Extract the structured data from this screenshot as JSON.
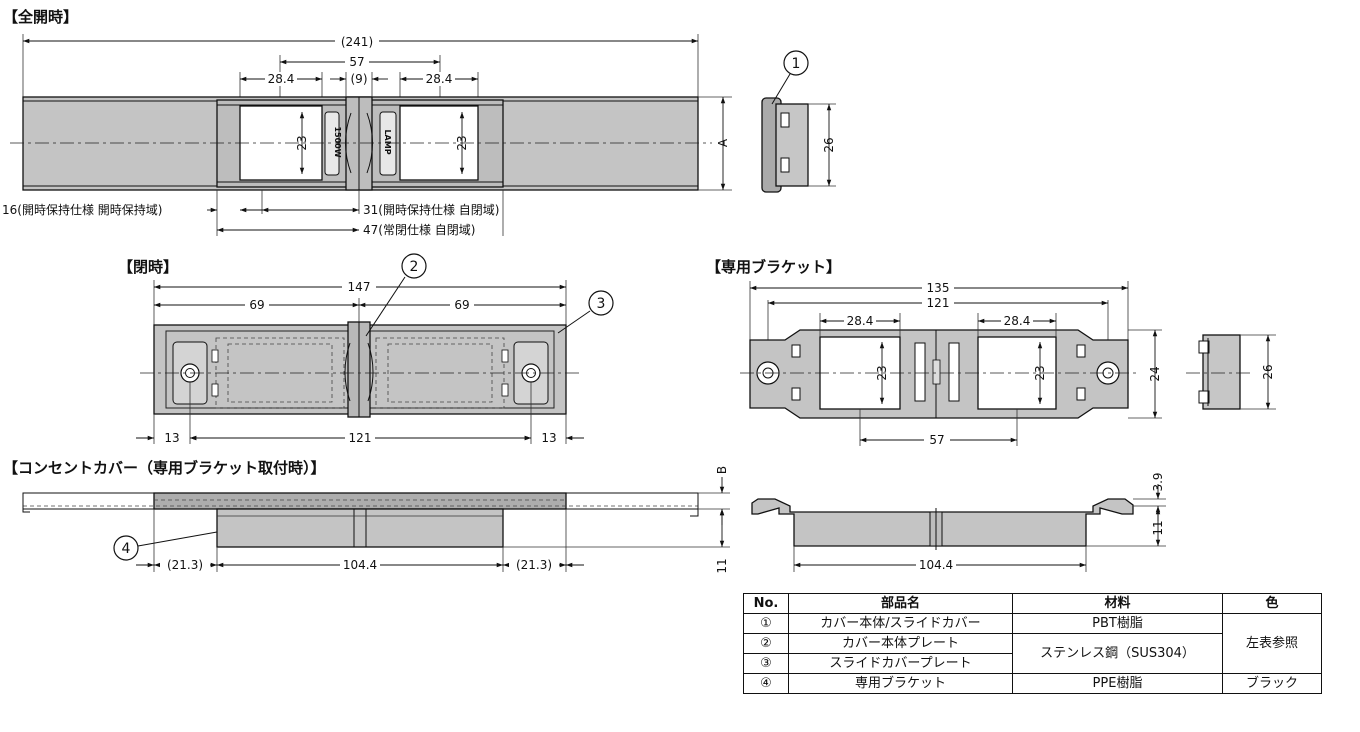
{
  "sections": {
    "open": "【全開時】",
    "closed": "【閉時】",
    "bracket": "【専用ブラケット】",
    "outlet_cover": "【コンセントカバー（専用ブラケット取付時）】"
  },
  "dimensions": {
    "open_total": "(241)",
    "open_57": "57",
    "open_9": "(9)",
    "open_28_4_left": "28.4",
    "open_28_4_right": "28.4",
    "open_23_left": "23",
    "open_23_right": "23",
    "open_A": "A",
    "open_16_note": "16(開時保持仕様 開時保持域)",
    "open_31_note": "31(開時保持仕様 自閉域)",
    "open_47_note": "47(常閉仕様 自閉域)",
    "side_26": "26",
    "closed_147": "147",
    "closed_69_left": "69",
    "closed_69_right": "69",
    "closed_13_left": "13",
    "closed_121": "121",
    "closed_13_right": "13",
    "bracket_135": "135",
    "bracket_121": "121",
    "bracket_28_4_left": "28.4",
    "bracket_28_4_right": "28.4",
    "bracket_23_left": "23",
    "bracket_23_right": "23",
    "bracket_24": "24",
    "bracket_57": "57",
    "bracket_side_26": "26",
    "cover_21_3_left": "(21.3)",
    "cover_104_4": "104.4",
    "cover_21_3_right": "(21.3)",
    "cover_B": "B",
    "cover_11": "11",
    "profile_3_9": "3.9",
    "profile_11": "11",
    "profile_104_4": "104.4"
  },
  "labels": {
    "socket_left": "1500W",
    "socket_right": "LAMP"
  },
  "callouts": [
    "1",
    "2",
    "3",
    "4"
  ],
  "table": {
    "headers": [
      "No.",
      "部品名",
      "材料",
      "色"
    ],
    "rows": [
      {
        "no": "①",
        "name": "カバー本体/スライドカバー",
        "material": "PBT樹脂",
        "color": "左表参照"
      },
      {
        "no": "②",
        "name": "カバー本体プレート",
        "material": "ステンレス鋼（SUS304）",
        "color": ""
      },
      {
        "no": "③",
        "name": "スライドカバープレート",
        "material": "",
        "color": ""
      },
      {
        "no": "④",
        "name": "専用ブラケット",
        "material": "PPE樹脂",
        "color": "ブラック"
      }
    ]
  }
}
